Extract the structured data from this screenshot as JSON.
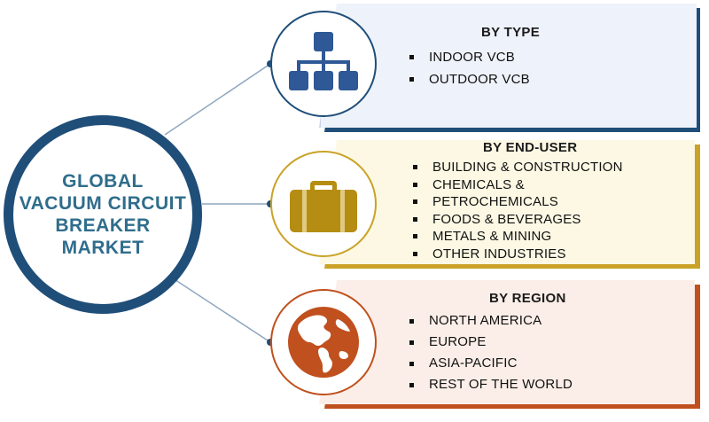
{
  "hub": {
    "lines": [
      "GLOBAL",
      "VACUUM CIRCUIT",
      "BREAKER",
      "MARKET"
    ]
  },
  "segments": [
    {
      "title": "BY TYPE",
      "icon": "hierarchy-icon",
      "color": "#1f4e79",
      "panel_color": "#eef2fa",
      "items": [
        "INDOOR VCB",
        "OUTDOOR VCB"
      ]
    },
    {
      "title": "BY END-USER",
      "icon": "briefcase-icon",
      "color": "#c9a227",
      "panel_color": "#fdf8e4",
      "items": [
        "BUILDING & CONSTRUCTION",
        "CHEMICALS &",
        "PETROCHEMICALS",
        "FOODS & BEVERAGES",
        "METALS & MINING",
        "OTHER INDUSTRIES"
      ]
    },
    {
      "title": "BY REGION",
      "icon": "globe-icon",
      "color": "#c0501e",
      "panel_color": "#fbeee8",
      "items": [
        "NORTH AMERICA",
        "EUROPE",
        "ASIA-PACIFIC",
        "REST OF THE WORLD"
      ]
    }
  ]
}
